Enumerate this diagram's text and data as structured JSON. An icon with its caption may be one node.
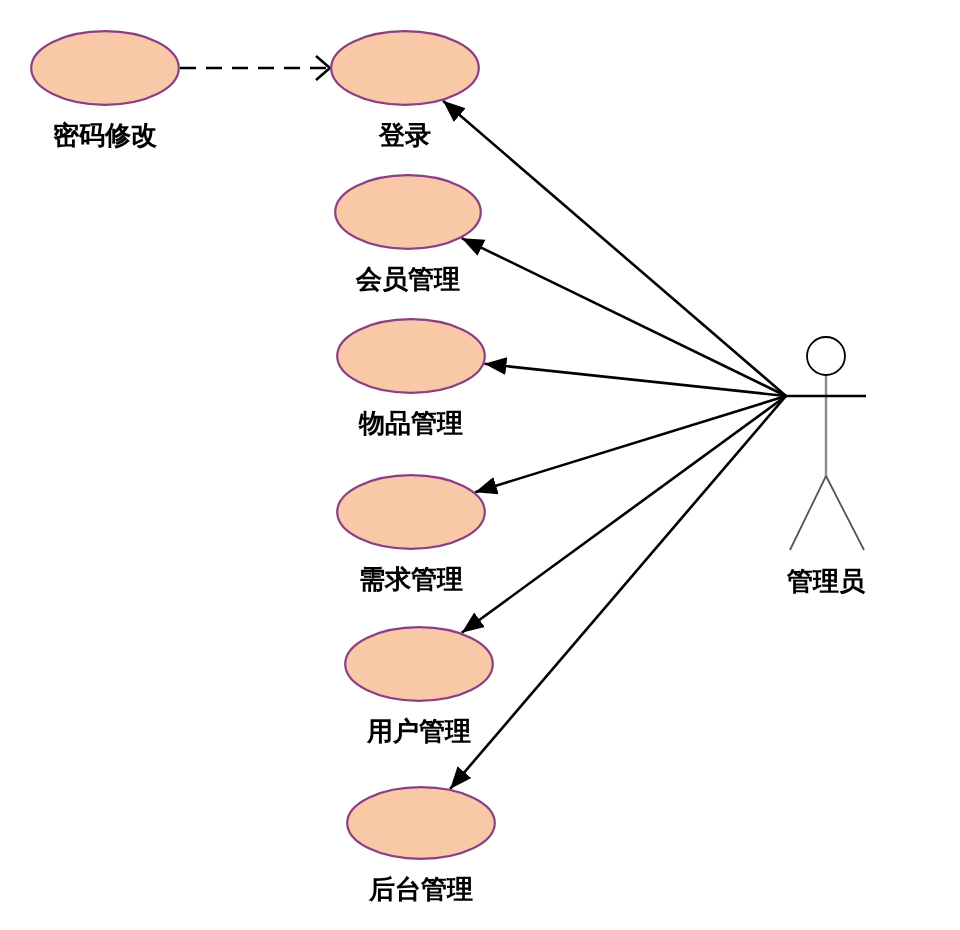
{
  "diagram": {
    "nodes": [
      {
        "text": [
          "密码修改"
        ]
      },
      {
        "text": [
          "登录"
        ]
      },
      {
        "text": [
          "会员管理"
        ]
      },
      {
        "text": [
          "物品管理"
        ]
      },
      {
        "text": [
          "需求管理"
        ]
      },
      {
        "text": [
          "用户管理"
        ]
      },
      {
        "text": [
          "后台管理"
        ]
      },
      {
        "text": [
          "管理员"
        ]
      }
    ],
    "edges": [
      {
        "from": 0,
        "to": 1,
        "arrow": "to",
        "style": "dashed"
      },
      {
        "from": 7,
        "to": 1,
        "arrow": "to"
      },
      {
        "from": 7,
        "to": 2,
        "arrow": "to"
      },
      {
        "from": 7,
        "to": 3,
        "arrow": "to"
      },
      {
        "from": 7,
        "to": 4,
        "arrow": "to"
      },
      {
        "from": 7,
        "to": 5,
        "arrow": "to"
      },
      {
        "from": 7,
        "to": 6,
        "arrow": "to"
      }
    ]
  }
}
